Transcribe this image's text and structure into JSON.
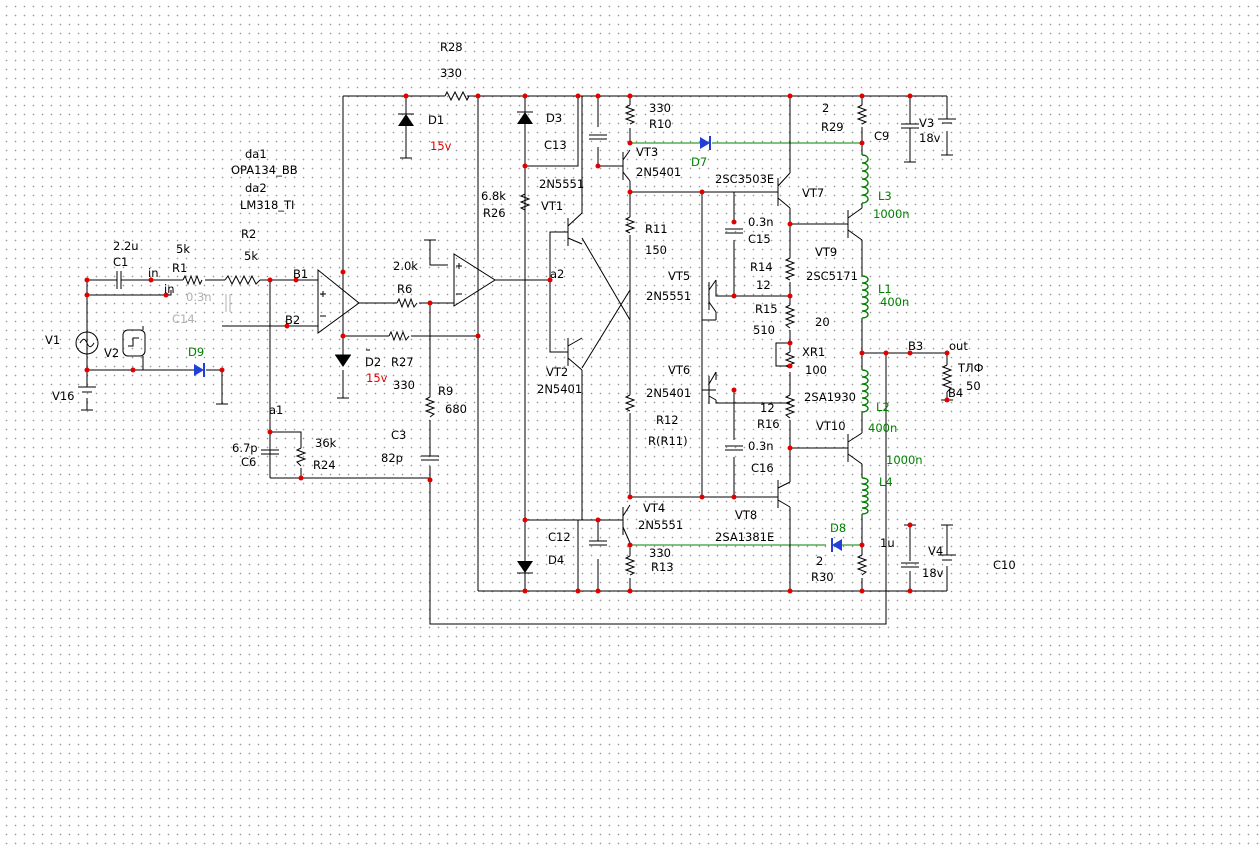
{
  "labels": {
    "R28": "R28",
    "R28v": "330",
    "D1": "D1",
    "D1v": "15v",
    "D2": "D2",
    "D2v": "15v",
    "D3": "D3",
    "D4": "D4",
    "C13": "C13",
    "C12": "C12",
    "R10v": "330",
    "R10": "R10",
    "VT3": "VT3",
    "VT3t": "2N5401",
    "D7": "D7",
    "D8": "D8",
    "D9": "D9",
    "R29v": "2",
    "R29": "R29",
    "C9": "C9",
    "V3": "V3",
    "V3v": "18v",
    "V4": "V4",
    "V4v": "18v",
    "C10": "C10",
    "da1": "da1",
    "da1t": "OPA134_BB",
    "da2": "da2",
    "da2t": "LM318_TI",
    "VT1t": "2N5551",
    "VT1": "VT1",
    "R26v": "6.8k",
    "R26": "R26",
    "SC3503": "2SC3503E",
    "VT7": "VT7",
    "L3": "L3",
    "L3v": "1000n",
    "R11": "R11",
    "R11v": "150",
    "C15v": "0.3n",
    "C15": "C15",
    "VT9": "VT9",
    "SC5171": "2SC5171",
    "C1v": "2.2u",
    "C1": "C1",
    "R1v": "5k",
    "R1": "R1",
    "R2": "R2",
    "R2v": "5k",
    "in1": "in",
    "in2": "in",
    "B1": "B1",
    "B2": "B2",
    "B3": "B3",
    "B4": "B4",
    "C14v": "0.3n",
    "C14": "C14",
    "R6v": "2.0k",
    "R6": "R6",
    "a2": "a2",
    "a1": "a1",
    "VT5": "VT5",
    "VT5t": "2N5551",
    "R14": "R14",
    "R14v": "12",
    "R15": "R15",
    "R15v": "510",
    "v20": "20",
    "L1": "L1",
    "L1v": "400n",
    "V1": "V1",
    "V2": "V2",
    "V16": "V16",
    "R27": "R27",
    "R27v": "330",
    "VT2": "VT2",
    "VT2t": "2N5401",
    "XR1": "XR1",
    "XR1v": "100",
    "out": "out",
    "TLF": "ТЛФ",
    "TLFv": "50",
    "VT6": "VT6",
    "VT6t": "2N5401",
    "SA1930": "2SA1930",
    "R9": "R9",
    "R9v": "680",
    "R12": "R12",
    "R12v": "R(R11)",
    "R16v": "12",
    "R16": "R16",
    "L2": "L2",
    "L2v": "400n",
    "VT10": "VT10",
    "C6v": "6.7p",
    "C6": "C6",
    "R24v": "36k",
    "R24": "R24",
    "C3": "C3",
    "C3v": "82p",
    "C16v": "0.3n",
    "C16": "C16",
    "L4v": "1000n",
    "L4": "L4",
    "VT4": "VT4",
    "VT4t": "2N5551",
    "VT8": "VT8",
    "SA1381": "2SA1381E",
    "C11v": "1u",
    "R13v": "330",
    "R13": "R13",
    "R30v": "2",
    "R30": "R30"
  },
  "colors": {
    "wire": "#000000",
    "node_dot": "#e00000",
    "zener_text": "#e00000",
    "inductor": "#008000",
    "diode_blue": "#1f3fd8",
    "grid_dot": "#9a9a9a"
  }
}
